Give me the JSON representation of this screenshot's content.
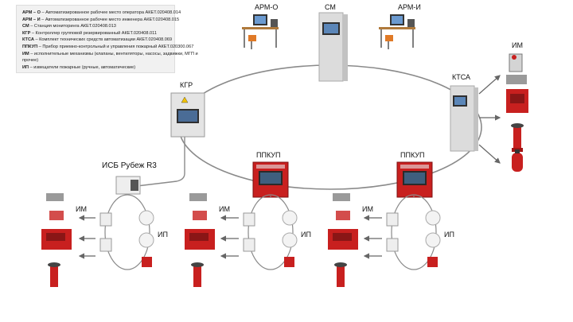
{
  "legend": [
    {
      "abbr": "АРМ – О",
      "text": " – Автоматизированное рабочее место оператора АКЕТ.020408.014"
    },
    {
      "abbr": "АРМ – И",
      "text": " – Автоматизированное рабочее место инженера АКЕТ.020408.015"
    },
    {
      "abbr": "СМ",
      "text": " – Станция мониторинга АКЕТ.020408.013"
    },
    {
      "abbr": "КГР",
      "text": " – Контроллер групповой резервированный АКЕТ.020408.011"
    },
    {
      "abbr": "КТСА",
      "text": " – Комплект технических средств автоматизации АКЕТ.020408.069"
    },
    {
      "abbr": "ППКУП",
      "text": " – Прибор приемно-контрольный и управления пожарный АКЕТ.020300.067"
    },
    {
      "abbr": "ИМ",
      "text": " – исполнительные механизмы (клапаны, вентиляторы, насосы, задвижки, МГП и"
    },
    {
      "abbr": "",
      "text": "прочее)"
    },
    {
      "abbr": "ИП",
      "text": " – извещатели пожарные (ручные, автоматические)"
    }
  ],
  "labels": {
    "arm_o": "АРМ-О",
    "sm": "СМ",
    "arm_i": "АРМ-И",
    "kgr": "КГР",
    "ktsa": "КТСА",
    "isb": "ИСБ Рубеж R3",
    "ppkup_1": "ППКУП",
    "ppkup_2": "ППКУП",
    "im_right": "ИМ",
    "im_1": "ИМ",
    "ip_1": "ИП",
    "im_2": "ИМ",
    "ip_2": "ИП",
    "im_3": "ИМ",
    "ip_3": "ИП"
  },
  "colors": {
    "ring": "#8a8a8a",
    "cabinet": "#dcdcdc",
    "red_device": "#c8201f",
    "arrow": "#666666"
  }
}
